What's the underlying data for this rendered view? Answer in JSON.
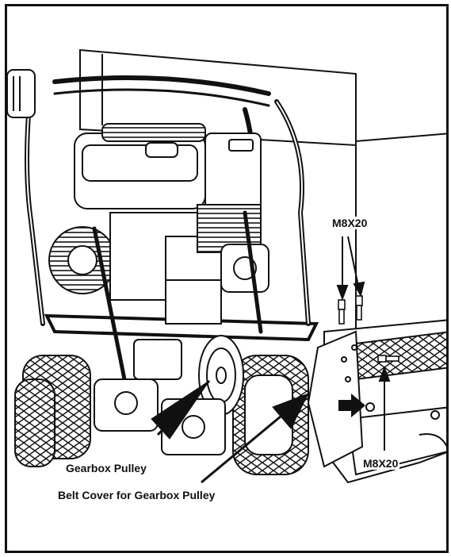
{
  "labels": {
    "m8x20_top": "M8X20",
    "m8x20_bottom": "M8X20",
    "gearbox_pulley": "Gearbox Pulley",
    "belt_cover": "Belt Cover for Gearbox Pulley"
  }
}
